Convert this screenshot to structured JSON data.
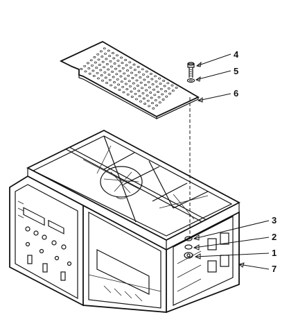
{
  "figure": {
    "callouts": [
      {
        "id": "callout-4",
        "label": "4"
      },
      {
        "id": "callout-5",
        "label": "5"
      },
      {
        "id": "callout-6",
        "label": "6"
      },
      {
        "id": "callout-3",
        "label": "3"
      },
      {
        "id": "callout-2",
        "label": "2"
      },
      {
        "id": "callout-1",
        "label": "1"
      },
      {
        "id": "callout-7",
        "label": "7"
      }
    ],
    "colors": {
      "ink": "#111111",
      "background": "#ffffff"
    }
  }
}
